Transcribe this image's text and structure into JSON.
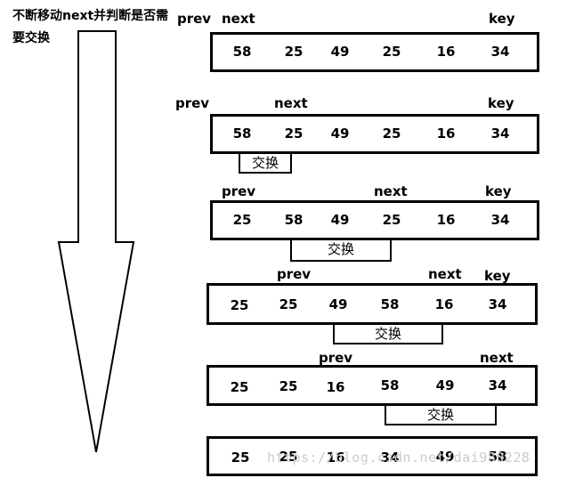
{
  "caption": "不断移动next并判断是否需要交换",
  "rows": [
    {
      "values": [
        "58",
        "25",
        "49",
        "25",
        "16",
        "34"
      ],
      "prev": "prev",
      "next": "next",
      "key": "key",
      "swap": ""
    },
    {
      "values": [
        "58",
        "25",
        "49",
        "25",
        "16",
        "34"
      ],
      "prev": "prev",
      "next": "next",
      "key": "key",
      "swap": "交换"
    },
    {
      "values": [
        "25",
        "58",
        "49",
        "25",
        "16",
        "34"
      ],
      "prev": "prev",
      "next": "next",
      "key": "key",
      "swap": "交换"
    },
    {
      "values": [
        "25",
        "25",
        "49",
        "58",
        "16",
        "34"
      ],
      "prev": "prev",
      "next": "next",
      "key": "key",
      "swap": "交换"
    },
    {
      "values": [
        "25",
        "25",
        "16",
        "58",
        "49",
        "34"
      ],
      "prev": "prev",
      "next": "next",
      "key": "",
      "swap": "交换"
    },
    {
      "values": [
        "25",
        "25",
        "16",
        "34",
        "49",
        "58"
      ],
      "prev": "",
      "next": "",
      "key": "",
      "swap": ""
    }
  ],
  "watermark": "https://blog.csdn.net/dai980228"
}
